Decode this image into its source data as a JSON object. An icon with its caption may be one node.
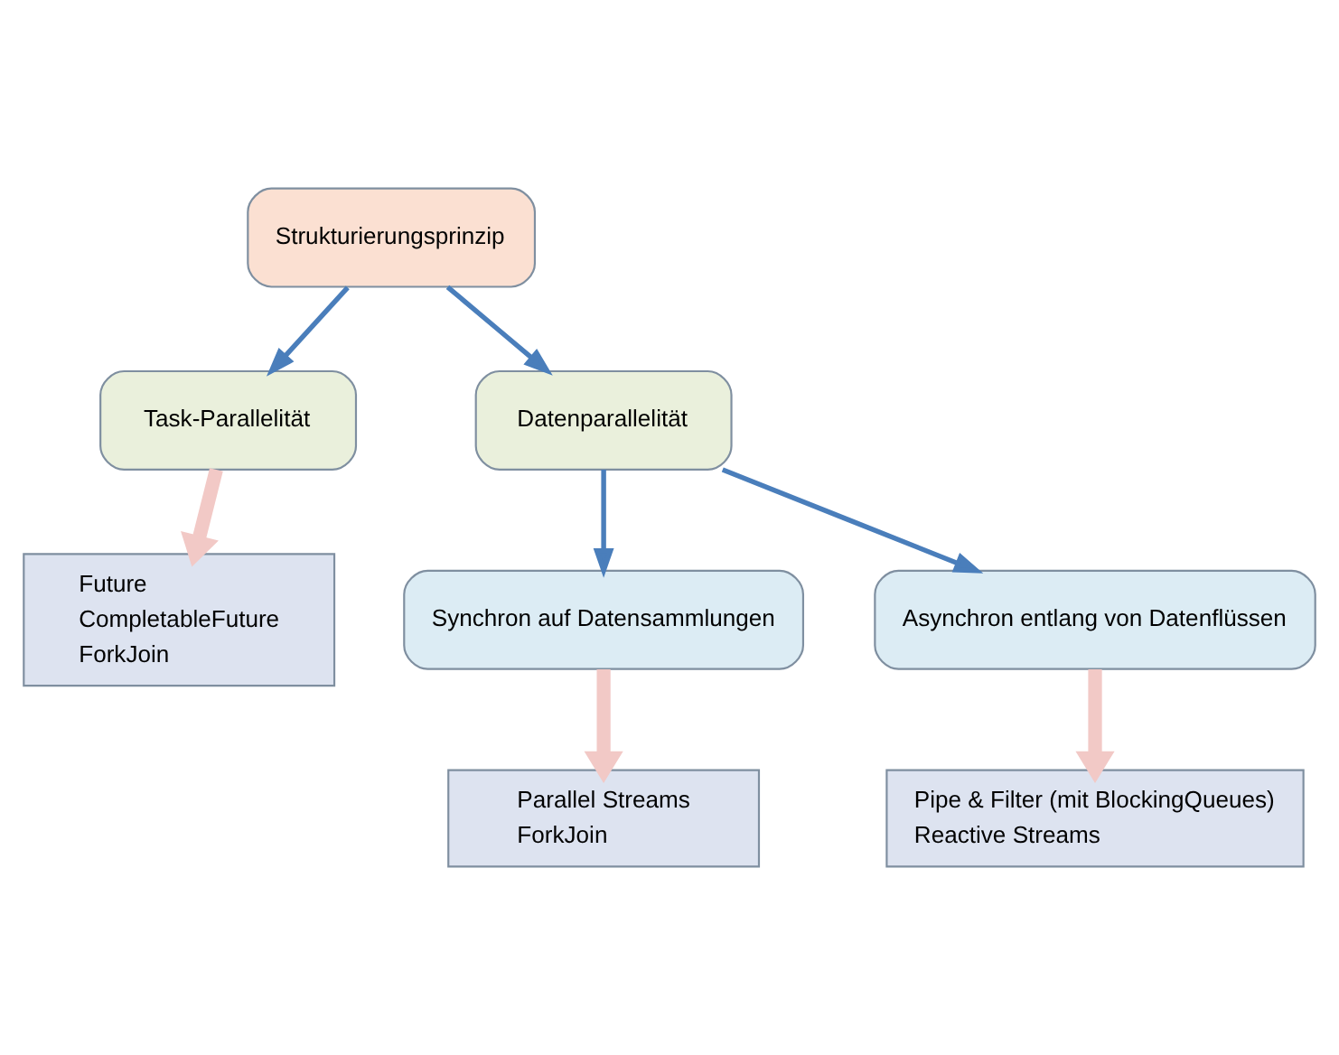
{
  "diagram": {
    "nodes": [
      {
        "text": [
          "Strukturierungsprinzip"
        ]
      },
      {
        "text": [
          "Task-Parallelität"
        ]
      },
      {
        "text": [
          "Datenparallelität"
        ]
      },
      {
        "text": [
          "Future",
          "CompletableFuture",
          "ForkJoin"
        ]
      },
      {
        "text": [
          "Synchron auf Datensammlungen"
        ]
      },
      {
        "text": [
          "Asynchron entlang von Datenflüssen"
        ]
      },
      {
        "text": [
          "Parallel Streams",
          "ForkJoin"
        ]
      },
      {
        "text": [
          "Pipe & Filter (mit BlockingQueues)",
          "Reactive Streams"
        ]
      }
    ],
    "edges": [
      {
        "from": 0,
        "to": 1,
        "arrow": "to"
      },
      {
        "from": 0,
        "to": 2,
        "arrow": "to"
      },
      {
        "from": 1,
        "to": 3,
        "arrow": "to",
        "style": "thick",
        "color": "#f2c9c6"
      },
      {
        "from": 2,
        "to": 4,
        "arrow": "to"
      },
      {
        "from": 2,
        "to": 5,
        "arrow": "to"
      },
      {
        "from": 4,
        "to": 6,
        "arrow": "to",
        "style": "thick",
        "color": "#f2c9c6"
      },
      {
        "from": 5,
        "to": 7,
        "arrow": "to",
        "style": "thick",
        "color": "#f2c9c6"
      }
    ]
  }
}
